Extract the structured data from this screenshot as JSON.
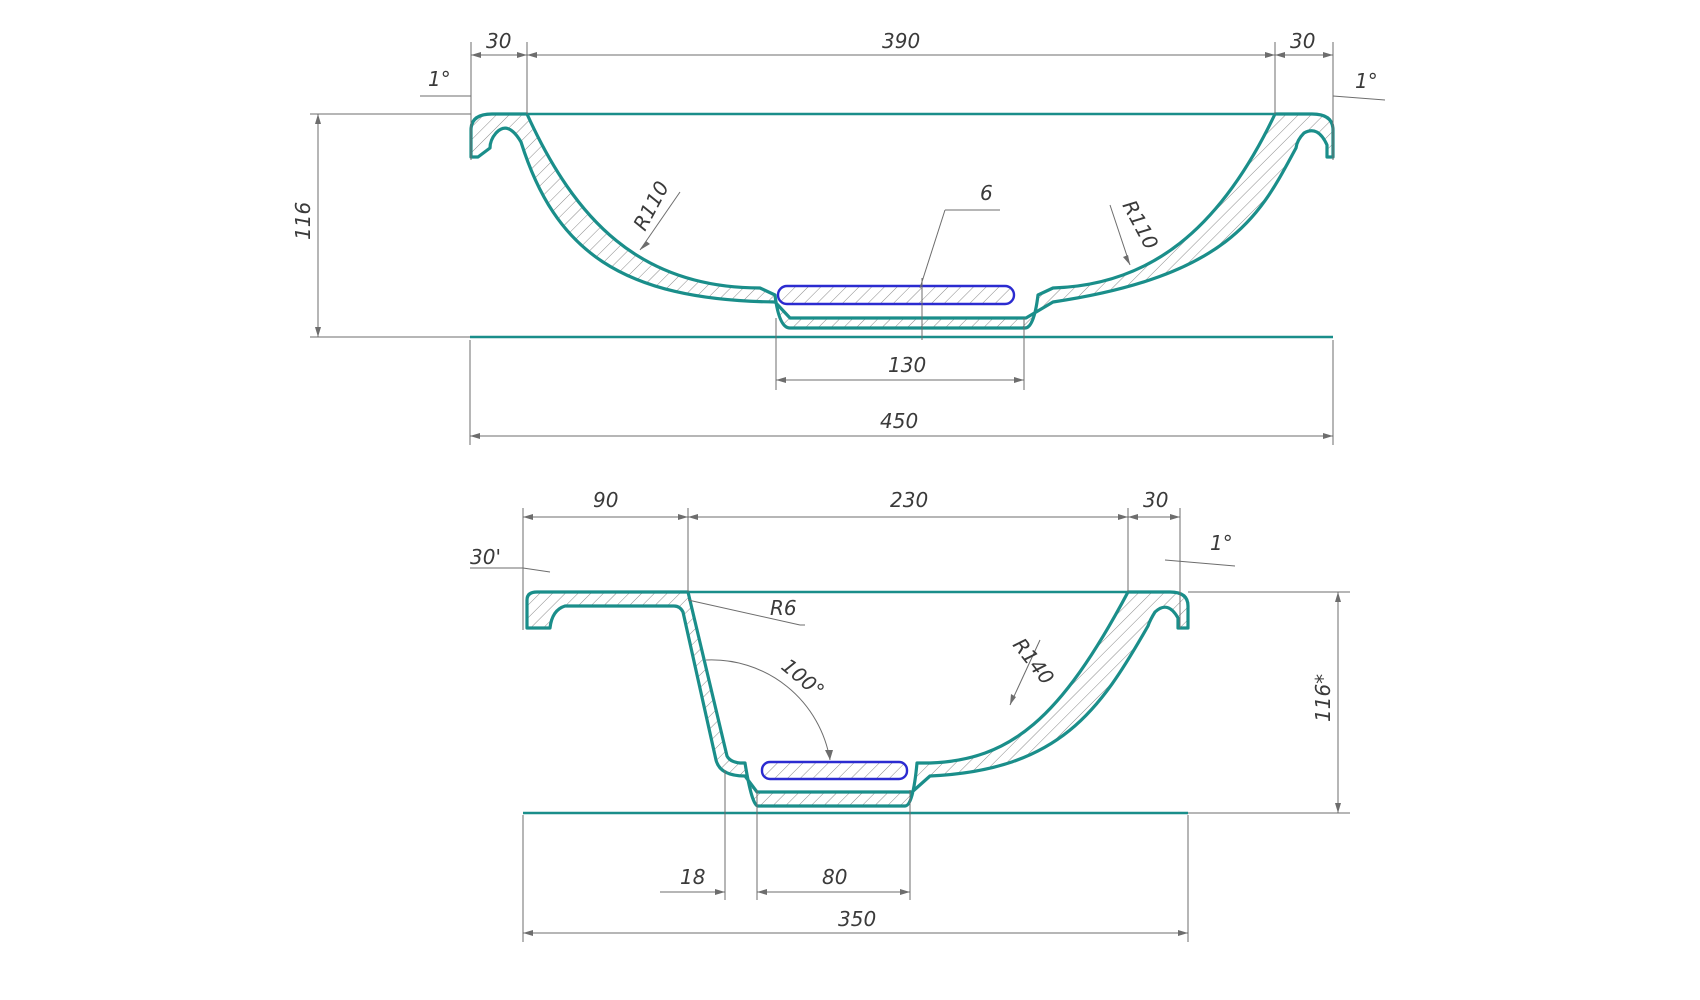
{
  "colors": {
    "outline": "#1a8e8a",
    "insert": "#2b2bd0",
    "dimension": "#6d6d6d",
    "text": "#3a3a3a"
  },
  "top_view": {
    "dim_left_rim": "30",
    "dim_inner_width": "390",
    "dim_right_rim": "30",
    "angle_left": "1°",
    "angle_right": "1°",
    "dim_height": "116",
    "radius_left": "R110",
    "radius_right": "R110",
    "dim_thickness": "6",
    "dim_bottom": "130",
    "dim_overall_width": "450"
  },
  "bottom_view": {
    "dim_left_deck": "90",
    "dim_inner_width": "230",
    "dim_right_rim": "30",
    "angle_left": "30'",
    "angle_right": "1°",
    "radius_corner": "R6",
    "angle_wall": "100°",
    "radius_bowl": "R140",
    "dim_height": "116*",
    "dim_wall_offset": "18",
    "dim_bottom": "80",
    "dim_overall_width": "350"
  }
}
